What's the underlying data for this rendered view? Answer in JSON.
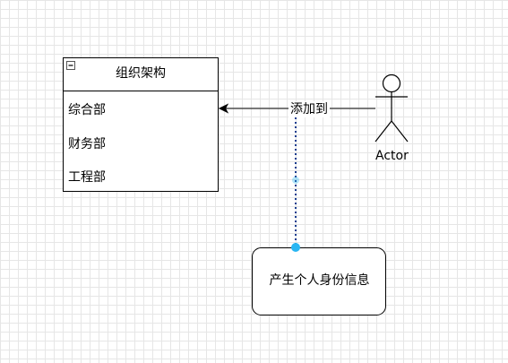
{
  "diagram": {
    "class_box": {
      "title": "组织架构",
      "collapse_symbol": "−",
      "rows": [
        "综合部",
        "财务部",
        "工程部"
      ]
    },
    "edge_label": "添加到",
    "actor": {
      "label": "Actor"
    },
    "process_node": {
      "label": "产生个人身份信息"
    }
  },
  "colors": {
    "grid": "#e6e6e6",
    "stroke": "#000000",
    "selection_handle": "#29b6f2",
    "dotted_connector": "#1a3d8f"
  }
}
